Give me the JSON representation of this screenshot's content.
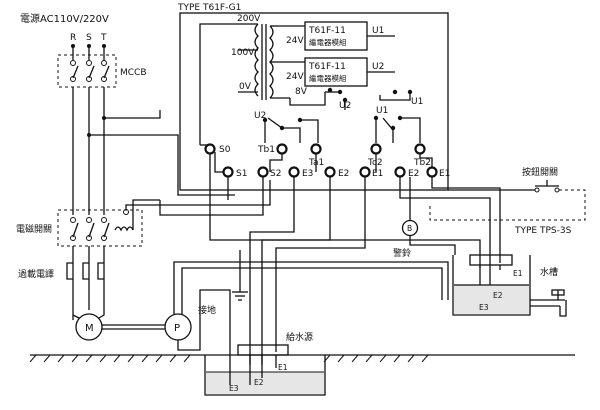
{
  "power_source": {
    "label": "電源AC110V/220V",
    "phases": [
      "R",
      "S",
      "T"
    ]
  },
  "mccb_label": "MCCB",
  "contactor_label": "電磁開關",
  "overload_label": "過載電譯",
  "motor_label": "M",
  "pump_label": "P",
  "ground_label": "接地",
  "water_source_label": "給水源",
  "bell_label": "警鈴",
  "bell_symbol": "B",
  "push_button_label": "按鈕開關",
  "controller_type": "TYPE T61F-G1",
  "sensor_type": "TYPE TPS-3S",
  "tank_label": "水槽",
  "transformer": {
    "taps": [
      "200V",
      "100V",
      "0V"
    ],
    "outputs": [
      "24V",
      "24V",
      "8V"
    ]
  },
  "relays": [
    {
      "id": "U1",
      "name": "T61F-11",
      "desc": "繼電器模組"
    },
    {
      "id": "U2",
      "name": "T61F-11",
      "desc": "繼電器模組"
    }
  ],
  "contacts": [
    "U2",
    "U2",
    "U1",
    "U1"
  ],
  "terminals_top": [
    "S0",
    "Tb1",
    "Ta1",
    "Tc2",
    "Tb2"
  ],
  "terminals_bottom": [
    "S1",
    "S2",
    "E3",
    "E2",
    "E1",
    "E2",
    "E1"
  ],
  "tank_electrodes": [
    "E1",
    "E2",
    "E3"
  ],
  "source_electrodes": [
    "E1",
    "E2",
    "E3"
  ]
}
